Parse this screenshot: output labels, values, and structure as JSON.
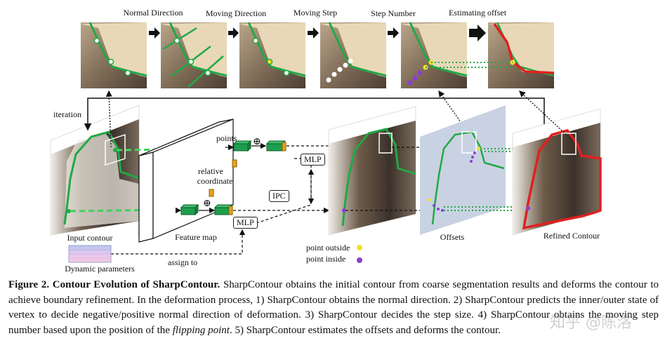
{
  "figure": {
    "top_steps": [
      "Normal Direction",
      "Moving Direction",
      "Moving Step",
      "Step Number",
      "Estimating offset"
    ],
    "labels": {
      "iteration": "iteration",
      "points": "points",
      "relative_coordinate_1": "relative",
      "relative_coordinate_2": "coordinate",
      "mlp_top": "MLP",
      "mlp_bottom": "MLP",
      "ipc": "IPC",
      "input_contour": "Input contour",
      "feature_map": "Feature map",
      "dynamic_parameters": "Dynamic parameters",
      "assign_to": "assign to",
      "offsets": "Offsets",
      "refined_contour": "Refined Contour",
      "point_outside": "point outside",
      "point_inside": "point inside",
      "plus": "⊕"
    },
    "colors": {
      "contour": "#22a845",
      "refined": "#e02020",
      "point_outside": "#f2e12a",
      "point_inside": "#8a3fd1",
      "block": "#1f9e4e",
      "offsets_plane": "#c9d2e3"
    }
  },
  "caption": {
    "fig_num": "Figure 2.",
    "title": "Contour Evolution of SharpContour.",
    "part1": "SharpContour obtains the initial contour from coarse segmentation results and deforms the contour to achieve boundary refinement. In the deformation process, 1) SharpContour obtains the normal direction. 2) SharpContour predicts the inner/outer state of vertex to decide negative/positive normal direction of deformation. 3) SharpContour decides the step size. 4) SharpContour obtains the moving step number based upon the position of the ",
    "italic": "flipping point",
    "part2": ". 5) SharpContour estimates the offsets and deforms the contour."
  },
  "watermark": "知乎 @陈洛"
}
